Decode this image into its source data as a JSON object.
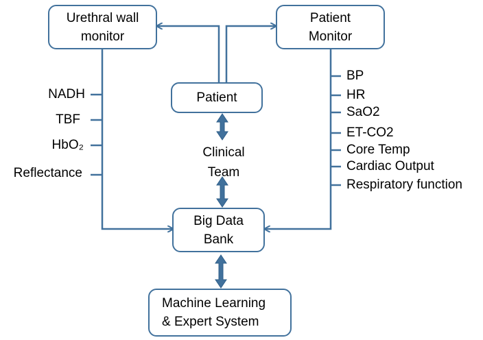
{
  "colors": {
    "line": "#41719c",
    "box_border": "#41719c",
    "text": "#000000"
  },
  "boxes": {
    "urethral": {
      "line1": "Urethral wall",
      "line2": "monitor"
    },
    "patient_monitor": {
      "line1": "Patient",
      "line2": "Monitor"
    },
    "patient": {
      "label": "Patient"
    },
    "big_data": {
      "line1": "Big Data",
      "line2": "Bank"
    },
    "ml": {
      "line1": "Machine Learning",
      "line2": "& Expert System"
    }
  },
  "clinical_team": {
    "line1": "Clinical",
    "line2": "Team"
  },
  "urethral_params": [
    "NADH",
    "TBF",
    "HbO₂",
    "Reflectance"
  ],
  "patient_params": [
    "BP",
    "HR",
    "SaO2",
    "ET-CO2",
    "Core Temp",
    "Cardiac Output",
    "Respiratory function"
  ]
}
